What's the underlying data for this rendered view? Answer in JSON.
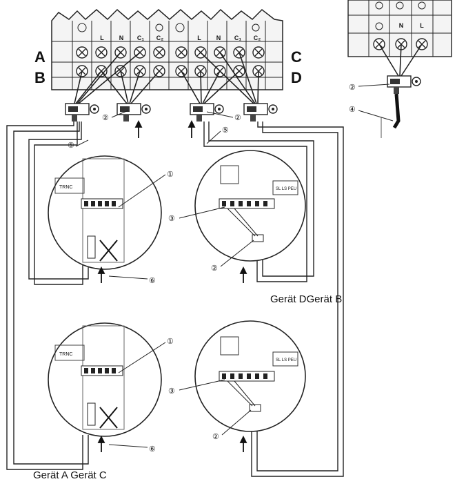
{
  "terminal_block": {
    "terminals": [
      "L",
      "N",
      "C₁",
      "C₂",
      "L",
      "N",
      "C₁",
      "C₂"
    ],
    "side_labels": [
      "A",
      "B",
      "C",
      "D"
    ]
  },
  "inset_terminal": {
    "terminals": [
      "N",
      "L"
    ]
  },
  "callouts": {
    "one": "①",
    "two": "②",
    "three": "③",
    "four": "④",
    "five": "⑤",
    "six": "⑥"
  },
  "board_labels": {
    "left_chip": "TRNC",
    "right_chip": "SL LS PEU"
  },
  "captions": {
    "right_units": "Gerät DGerät B",
    "left_units": "Gerät A Gerät C"
  }
}
